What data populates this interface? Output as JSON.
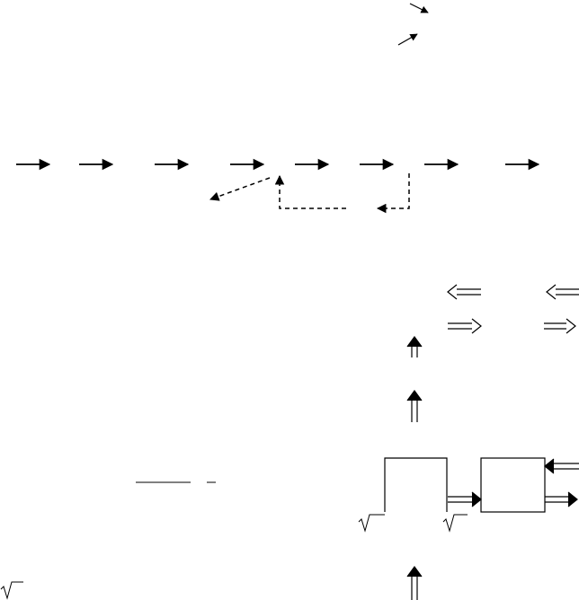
{
  "diagram": {
    "description_text": [],
    "colors": {
      "stroke": "#000000",
      "background": "#ffffff"
    },
    "elements": {
      "top_arrows": [
        "arrow-down-right",
        "arrow-up-right"
      ],
      "flow_chain_arrows": 8,
      "dashed_feedback_loop": true,
      "double_arrows_right": [
        "double-arrow-left",
        "double-arrow-left",
        "double-arrow-right",
        "double-arrow-right"
      ],
      "double_arrows_up": 3,
      "boxes": 2,
      "sqrt_symbols": 3,
      "fraction_bar": true
    }
  }
}
